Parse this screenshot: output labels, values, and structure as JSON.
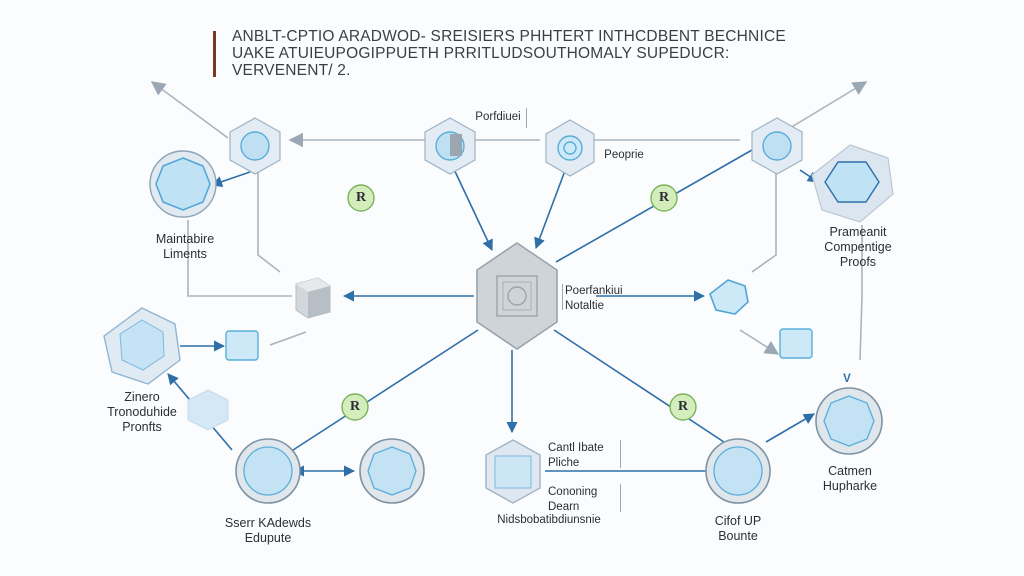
{
  "title": {
    "line1": "ANBLT-CPTIO ARADWOD- SREISIERS PHHTERT INTHCDBENT BECHNICE",
    "line2": "UAKE ATUIEUPOGIPPUETH PRRITLUDSOUTHOMALY SUPEDUCR:",
    "line3": "VERVENENT/ 2."
  },
  "labels": {
    "top_center": "Porfdiuei",
    "top_right_small": "Peoprie",
    "left_top": [
      "Maintabire",
      "Liments"
    ],
    "right_top": [
      "Prameanit",
      "Compentige",
      "Proofs"
    ],
    "center": [
      "Poerfankiui",
      "Notaltie"
    ],
    "left_mid": [
      "Zinero",
      "Tronoduhide",
      "Pronfts"
    ],
    "bottom_left": [
      "Sserr KAdewds",
      "Edupute"
    ],
    "bottom_center_top": [
      "Cantl Ibate",
      "Pliche"
    ],
    "bottom_center_mid": [
      "Cononing",
      "Dearn"
    ],
    "bottom_center_bottom": "Nidsbobatibdiunsnie",
    "bottom_right": [
      "Cifof UP",
      "Bounte"
    ],
    "right_bottom": [
      "Catmen",
      "Hupharke"
    ],
    "small_v": "V"
  },
  "badges": [
    "R",
    "R",
    "R",
    "R"
  ],
  "colors": {
    "accent_blue": "#2e6fa8",
    "node_fill": "#cde9f7",
    "node_stroke": "#5aaed9",
    "ring_fill": "#e6eef5",
    "ring_stroke": "#9eb3c4",
    "center_fill": "#cfd4d9",
    "badge_fill": "#d3edbc",
    "badge_stroke": "#7ab35a",
    "title_bar": "#7a3a22"
  }
}
